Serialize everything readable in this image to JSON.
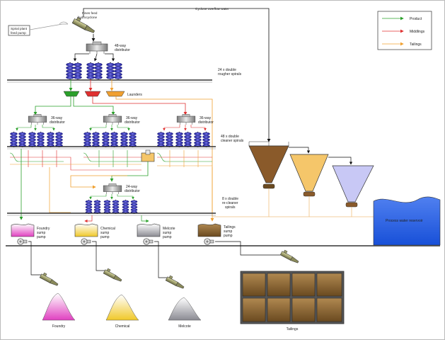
{
  "labels": {
    "cyclone_overflow": "Cyclone overflow water",
    "fines_feed_line1": "Fines feed",
    "fines_feed_line2": "hydrocyclone",
    "spiral_feed_line1": "Spiral plant",
    "spiral_feed_line2": "feed pump",
    "dist48_line1": "48-way",
    "dist48_line2": "distributor",
    "rougher_line1": "24 x double",
    "rougher_line2": "rougher spirals",
    "launders": "Launders",
    "dist36a_line1": "36-way",
    "dist36a_line2": "distributor",
    "dist36b_line1": "36-way",
    "dist36b_line2": "distributor",
    "dist36c_line1": "36-way",
    "dist36c_line2": "distributor",
    "cleaner_line1": "48 x double",
    "cleaner_line2": "cleaner spirals",
    "dist24_line1": "24-way",
    "dist24_line2": "distributor",
    "recleaner_line1": "8 x double",
    "recleaner_line2": "re-cleaner",
    "recleaner_line3": "spirals",
    "foundry_sump_line1": "Foundry",
    "foundry_sump_line2": "sump",
    "foundry_sump_line3": "pump",
    "chemical_sump_line1": "Chemical",
    "chemical_sump_line2": "sump",
    "chemical_sump_line3": "pump",
    "melcote_sump_line1": "Melcote",
    "melcote_sump_line2": "sump",
    "melcote_sump_line3": "pump",
    "tailings_sump_line1": "Tailings",
    "tailings_sump_line2": "sump",
    "tailings_sump_line3": "pump",
    "reservoir": "Process water reservoir",
    "pile_foundry": "Foundry",
    "pile_chemical": "Chemical",
    "pile_melcote": "Melcote",
    "tailings": "Tailings"
  },
  "legend": {
    "product": "Product",
    "middlings": "Middlings",
    "tailings": "Tailings"
  },
  "colors": {
    "product": "#2aa02a",
    "middlings": "#e03030",
    "tailings": "#f0a030",
    "spiral": "#2a2ab0",
    "foundry": "#e040c0",
    "chemical": "#f0d040",
    "melcote": "#a0a0a8",
    "tailings_fill": "#8a6a38",
    "water": "#2060e0",
    "cone_brown": "#8a5a2a",
    "cone_yellow": "#f5c66a",
    "cone_lilac": "#c8c8f5"
  }
}
